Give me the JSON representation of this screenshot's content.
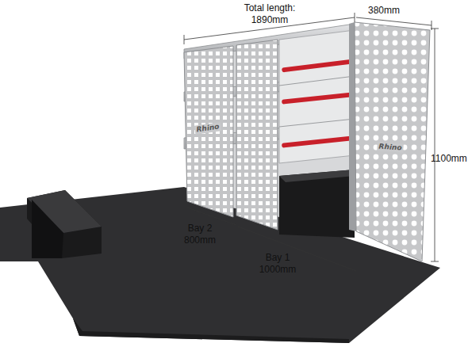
{
  "diagram": {
    "labels": [
      "Total length: 1890mm",
      "380mm",
      "1100mm",
      "Bay 2 800mm",
      "Bay 1 1000mm",
      "Rhino",
      "Rhino"
    ]
  }
}
